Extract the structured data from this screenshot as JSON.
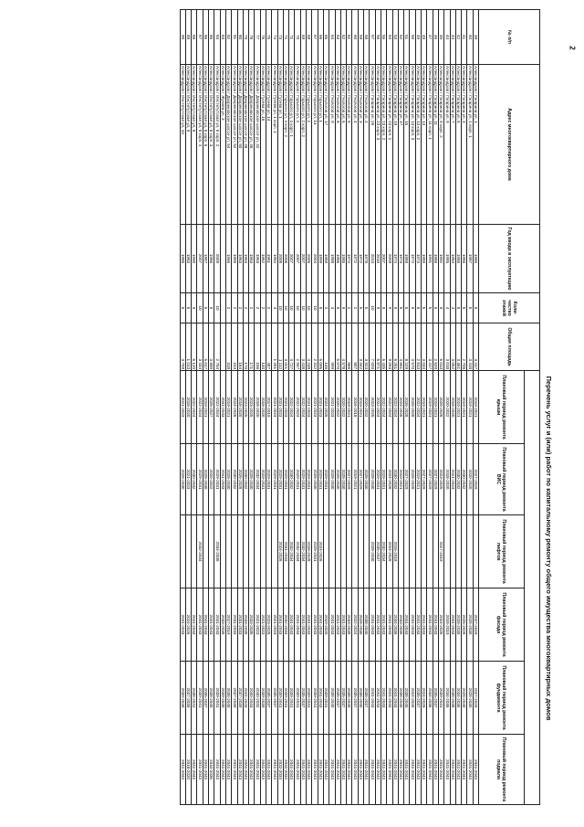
{
  "page": {
    "number": "2"
  },
  "document": {
    "title": "Перечень услуг и (или) работ по капитальному ремонту общего имущества многоквартирных домов"
  },
  "columns": {
    "num": "№ п/п",
    "address": "Адрес многоквартирного дома",
    "year": "Год ввода в эксплуатацию",
    "floors": "Коли-чество этажей",
    "area": "Общая площадь",
    "roof": "Плановый период ремонта крыши",
    "ish": "Плановый период ремонта ВИС",
    "lift": "Плановый период ремонта лифтов",
    "facade": "Плановый период ремонта фасада",
    "found": "Плановый период ремонта фундамента",
    "base": "Плановый период ремонта подвала"
  },
  "rows": [
    [
      "39",
      "Александров г Гагарина ул, 1",
      "1985",
      "5",
      "3 417",
      "2019-2021",
      "2027-2029",
      "",
      "2027-2029",
      "2027-2029",
      "2041-2043"
    ],
    [
      "40",
      "Александров г Гагарина ул, 1 корп. 1",
      "1987",
      "5",
      "3 418",
      "2019-2021",
      "2020-2020",
      "",
      "2028-2030",
      "2028-2030",
      "2041-2043"
    ],
    [
      "41",
      "Александров г Гагарина ул, 3",
      "1986",
      "5",
      "2 708",
      "2019-2021",
      "2030-2032",
      "",
      "2026-2028",
      "2028-2040",
      "2041-2043"
    ],
    [
      "42",
      "Александров г Гагарина ул, 5",
      "1986",
      "5",
      "3 361",
      "2019-2021",
      "2030-2032",
      "",
      "2028-2030",
      "2034-2036",
      "2041-2043"
    ],
    [
      "43",
      "Александров г Гагарина ул, 7",
      "1984",
      "4",
      "3 052",
      "2018-2020",
      "2021-2023",
      "",
      "2041-2043",
      "2038-2038",
      "2041-2043"
    ],
    [
      "44",
      "Александров г Гагарина ул, 9",
      "1985",
      "4",
      "3 018",
      "2020-2022",
      "2018-2020",
      "",
      "2018-2019",
      "2034-2036",
      "2041-2043"
    ],
    [
      "45",
      "Александров г Гагарина ул, 9 корп. 2",
      "1992",
      "9",
      "6 013",
      "2026-2028",
      "2023-2025",
      "2017-2019",
      "2024-2026",
      "2039-2041",
      "2041-2043"
    ],
    [
      "46",
      "Александров г Гагарина ул, 11",
      "1986",
      "5",
      "2 620",
      "2019-2021",
      "2027-2029",
      "",
      "2041-2043",
      "2035-2037",
      "2041-2043"
    ],
    [
      "47",
      "Александров г Гагарина ул, 11 корп. 1",
      "1991",
      "5",
      "3 417",
      "2019-2021",
      "2027-2029",
      "",
      "2041-2043",
      "2034-2036",
      "2041-2043"
    ],
    [
      "48",
      "Александров г Гагарина ул, 13",
      "1989",
      "5",
      "3 033",
      "2019-2021",
      "2027-2029",
      "",
      "2041-2043",
      "2024-2026",
      "2041-2043"
    ],
    [
      "49",
      "Александров г Гагарина ул, 13 корп. 2",
      "1974",
      "5",
      "2 813",
      "2022-2024",
      "2019-2021",
      "",
      "2041-2043",
      "2035-2037",
      "2041-2043"
    ],
    [
      "50",
      "Александров г Гагарина ул, 13 корп. 3",
      "1972",
      "5",
      "4 570",
      "2026-2028",
      "2026-2028",
      "",
      "2041-2043",
      "2024-2026",
      "2041-2043"
    ],
    [
      "51",
      "Александров г Гагарина ул, 15",
      "1989",
      "5",
      "8 229",
      "2026-2028",
      "2027-2029",
      "",
      "2041-2043",
      "2038-2040",
      "2041-2043"
    ],
    [
      "52",
      "Александров г Гагарина ул, 17",
      "1973",
      "5",
      "4 651",
      "2024-2026",
      "2019-2021",
      "",
      "2033-2035",
      "2038-2040",
      "2041-2043"
    ],
    [
      "53",
      "Александров г Гагарина ул, 19",
      "1974",
      "9",
      "6 261",
      "2022-2024",
      "2030-2032",
      "2016-2018",
      "2034-2036",
      "2041-2043",
      "2041-2043"
    ],
    [
      "54",
      "Александров г Гагарина ул, 23 корп. 1",
      "2009",
      "9",
      "9 093",
      "2022-2024",
      "2024-2026",
      "2024-2026",
      "2041-2043",
      "2041-2043",
      "2041-2043"
    ],
    [
      "55",
      "Александров г Гагарина ул, 23 корп. 2",
      "2007",
      "9",
      "6 435",
      "2022-2024",
      "2029-2031",
      "2032-2034",
      "2041-2043",
      "2041-2043",
      "2041-2043"
    ],
    [
      "56",
      "Александров г Гагарина ул, 23 корп. 3",
      "2010",
      "9",
      "6 871",
      "2022-2024",
      "2029-2031",
      "2035-2037",
      "2041-2043",
      "2041-2043",
      "2041-2043"
    ],
    [
      "57",
      "Александров г Гагарина ул, 25",
      "2013",
      "10",
      "7 020",
      "2023-2025",
      "2028-2030",
      "2028-2030",
      "2041-2043",
      "2041-2043",
      "2041-2043"
    ],
    [
      "58",
      "Александров г Геологов ул, 2",
      "1978",
      "5",
      "3 923",
      "2020-2022",
      "2028-2030",
      "",
      "2038-2040",
      "2038-2037",
      "2041-2043"
    ],
    [
      "59",
      "Александров г Геологов ул, 3",
      "1972",
      "5",
      "3 342",
      "2019-2021",
      "2027-2029",
      "",
      "2028-2030",
      "2038-2040",
      "2041-2043"
    ],
    [
      "60",
      "Александров г Геологов ул, 4",
      "1972",
      "2",
      "807",
      "2016-2018",
      "2019-2021",
      "",
      "2022-2024",
      "2035-2037",
      "2041-2043"
    ],
    [
      "61",
      "Александров г Геологов ул, 5",
      "1972",
      "2",
      "865",
      "2019-2021",
      "2027-2029",
      "",
      "2033-2035",
      "2038-2040",
      "2041-2043"
    ],
    [
      "62",
      "Александров г Геологов ул, 6",
      "1985",
      "9",
      "4 578",
      "2020-2022",
      "2028-2030",
      "",
      "2041-2043",
      "2035-2037",
      "2041-2043"
    ],
    [
      "63",
      "Александров г Геологов ул, 8",
      "1986",
      "5",
      "6 070",
      "2020-2022",
      "2028-2030",
      "",
      "2021-2023",
      "2035-2037",
      "2041-2043"
    ],
    [
      "64",
      "Александров г Геологов ул, 9",
      "1988",
      "4",
      "999",
      "2021-2023",
      "2028-2030",
      "",
      "2041-2043",
      "2038-2040",
      "2041-2043"
    ],
    [
      "65",
      "Александров г Геологов ул, 17",
      "1989",
      "2",
      "146",
      "2024-2026",
      "2029-2031",
      "",
      "2019-2020",
      "2039-2041",
      "2041-2043"
    ],
    [
      "66",
      "Александров г Горького ул, 1",
      "1999",
      "5",
      "5 095",
      "2021-2023",
      "2029-2031",
      "2024-2026",
      "2041-2043",
      "2041-2043",
      "2041-2043"
    ],
    [
      "67",
      "Александров г Горького ул, 1а",
      "2004",
      "10",
      "2 312",
      "2021-2023",
      "2028-2030",
      "2028-2031",
      "2041-2043",
      "2039-2041",
      "2041-2043"
    ],
    [
      "68",
      "Александров г Горького ул, 2",
      "2005",
      "10",
      "4 238",
      "2021-2023",
      "2029-2031",
      "2026-2028",
      "2041-2043",
      "2039-2041",
      "2041-2043"
    ],
    [
      "69",
      "Александров г Горького ул, 2 корп. 2",
      "2007",
      "10",
      "3 418",
      "2022-2024",
      "2029-2031",
      "2032-2034",
      "2041-2043",
      "2035-2037",
      "2041-2043"
    ],
    [
      "70",
      "Александров г Горького ул, 4",
      "2007",
      "10",
      "2 947",
      "2022-2024",
      "2029-2031",
      "2032-2034",
      "2041-2043",
      "2039-2041",
      "2041-2043"
    ],
    [
      "71",
      "Александров г Горького ул, 4 корп. 1",
      "2007",
      "10",
      "4 727",
      "2022-2024",
      "2030-2032",
      "2032-2034",
      "2041-2043",
      "2039-2041",
      "2041-2043"
    ],
    [
      "72",
      "Александров г Горького ул, 4 корп. 2",
      "2006",
      "10",
      "3 021",
      "2021-2023",
      "2029-2031",
      "2031-2033",
      "2032-2034",
      "2039-2041",
      "2032-2034"
    ],
    [
      "73",
      "Александров г Гусева ул, 1",
      "2008",
      "10",
      "1 112",
      "2021-2023",
      "2029-2031",
      "2024-2026",
      "2041-2043",
      "2039-2041",
      "2032-2034"
    ],
    [
      "74",
      "Александров г Гусева ул, 1 корп. 1",
      "1962",
      "4",
      "1 261",
      "2021-2023",
      "2029-2031",
      "",
      "2021-2023",
      "2035-2037",
      "2041-2043"
    ],
    [
      "75",
      "Александров г Гусева ул, 14",
      "1981",
      "2",
      "487",
      "2017-2019",
      "2029-2031",
      "",
      "2023-2025",
      "2035-2037",
      "2041-2043"
    ],
    [
      "76",
      "Александров г Гусева ул, 16",
      "1962",
      "2",
      "140",
      "2018-2020",
      "2029-2031",
      "",
      "2021-2023",
      "2039-2039",
      "2041-2043"
    ],
    [
      "77",
      "Александров г Двориковское шоссе ул, 42",
      "1963",
      "2",
      "156",
      "2018-2020",
      "2032-2034",
      "",
      "2021-2023",
      "2040-2042",
      "2041-2043"
    ],
    [
      "78",
      "Александров г Двориковское шоссе ул, 46",
      "1963",
      "2",
      "171",
      "2023-2025",
      "2028-2030",
      "",
      "2033-2035",
      "2040-2043",
      "2041-2043"
    ],
    [
      "79",
      "Александров г Двориковское шоссе ул, 48",
      "1963",
      "2",
      "170",
      "2023-2025",
      "2030-2032",
      "",
      "2033-2035",
      "2041-2043",
      "2041-2043"
    ],
    [
      "80",
      "Александров г Двориковское шоссе ул, 50",
      "1963",
      "2",
      "164",
      "2018-2020",
      "2026-2028",
      "",
      "2031-2033",
      "2037-2039",
      "2041-2043"
    ],
    [
      "81",
      "Александров г Двориковское шоссе ул, 52",
      "1966",
      "2",
      "313",
      "2024-2026",
      "2030-2032",
      "",
      "2031-2033",
      "2037-2039",
      "2041-2043"
    ],
    [
      "82",
      "Александров г Двориковское шоссе ул, 54",
      "1966",
      "2",
      "318",
      "2019-2021",
      "2028-2030",
      "",
      "2017-2019",
      "2038-2040",
      "2041-2043"
    ],
    [
      "83",
      "Александров г Жукова ул, 3",
      "",
      "",
      "",
      "2041-2043",
      "2041-2043",
      "",
      "2033-2035",
      "2039-2040",
      "2041-2043"
    ],
    [
      "84",
      "Александров г Институтская ул, 6 корп. 2",
      "2009",
      "10",
      "2 764",
      "2022-2024",
      "2029-2031",
      "2034-2036",
      "2041-2043",
      "2039-2041",
      "2041-2043"
    ],
    [
      "85",
      "Александров г Институтская ул, 6 корп. 3",
      "1986",
      "5",
      "3 990",
      "2025-2027",
      "2020-2022",
      "",
      "2041-2043",
      "2038-2040",
      "2034-2036"
    ],
    [
      "86",
      "Александров г Институтская ул, 6 корп. 6",
      "1987",
      "5",
      "5 017",
      "2019-2021",
      "2028-2030",
      "",
      "2041-2043",
      "2035-2037",
      "2041-2043"
    ],
    [
      "87",
      "Александров г Институтская ул, 6 корп. 4",
      "2007",
      "10",
      "3 434",
      "2022-2024",
      "2029-2031",
      "2032-2034",
      "2041-2043",
      "2039-2041",
      "2041-2043"
    ],
    [
      "88",
      "Александров г Институтская ул, 8",
      "1990",
      "9",
      "6 120",
      "2022-2024",
      "2030-2032",
      "",
      "2041-2043",
      "2038-2041",
      "2041-2043"
    ],
    [
      "89",
      "Александров г Институтская ул, 9",
      "1983",
      "5",
      "1 013",
      "2018-2020",
      "2021-2023",
      "",
      "2024-2026",
      "2037-2039",
      "2018-2020"
    ],
    [
      "90",
      "Александров г Институтская ул, 10",
      "1986",
      "5",
      "3 709",
      "2021-2023",
      "2028-2030",
      "",
      "2041-2043",
      "2039-2040",
      "2041-2043"
    ]
  ]
}
